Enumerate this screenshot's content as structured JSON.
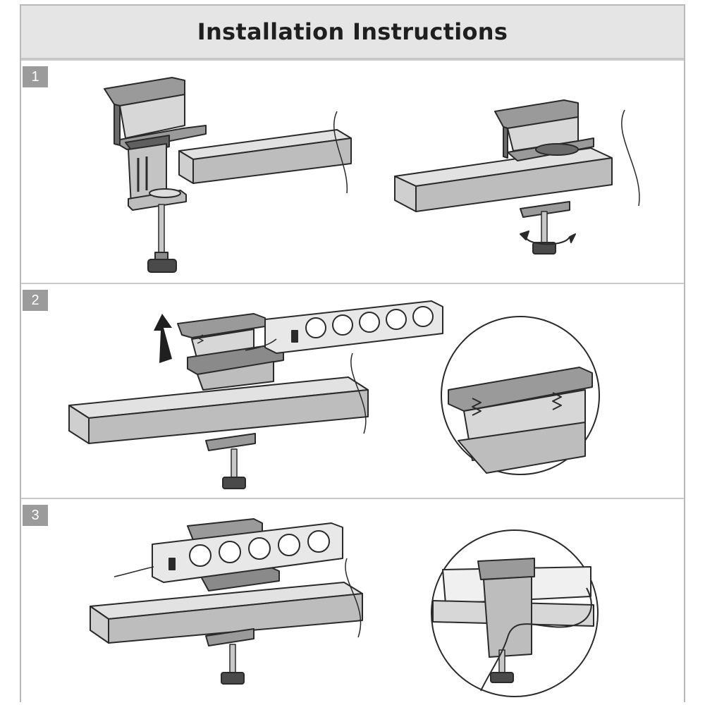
{
  "title": "Installation Instructions",
  "steps": [
    {
      "number": "1"
    },
    {
      "number": "2"
    },
    {
      "number": "3"
    }
  ],
  "colors": {
    "background": "#f3f3f3",
    "title_bar": "#e5e5e5",
    "panel": "#ffffff",
    "badge": "#9b9b9b",
    "line_art": "#2a2a2a",
    "fill_mid": "#bdbdbd",
    "fill_light": "#e2e2e2"
  }
}
